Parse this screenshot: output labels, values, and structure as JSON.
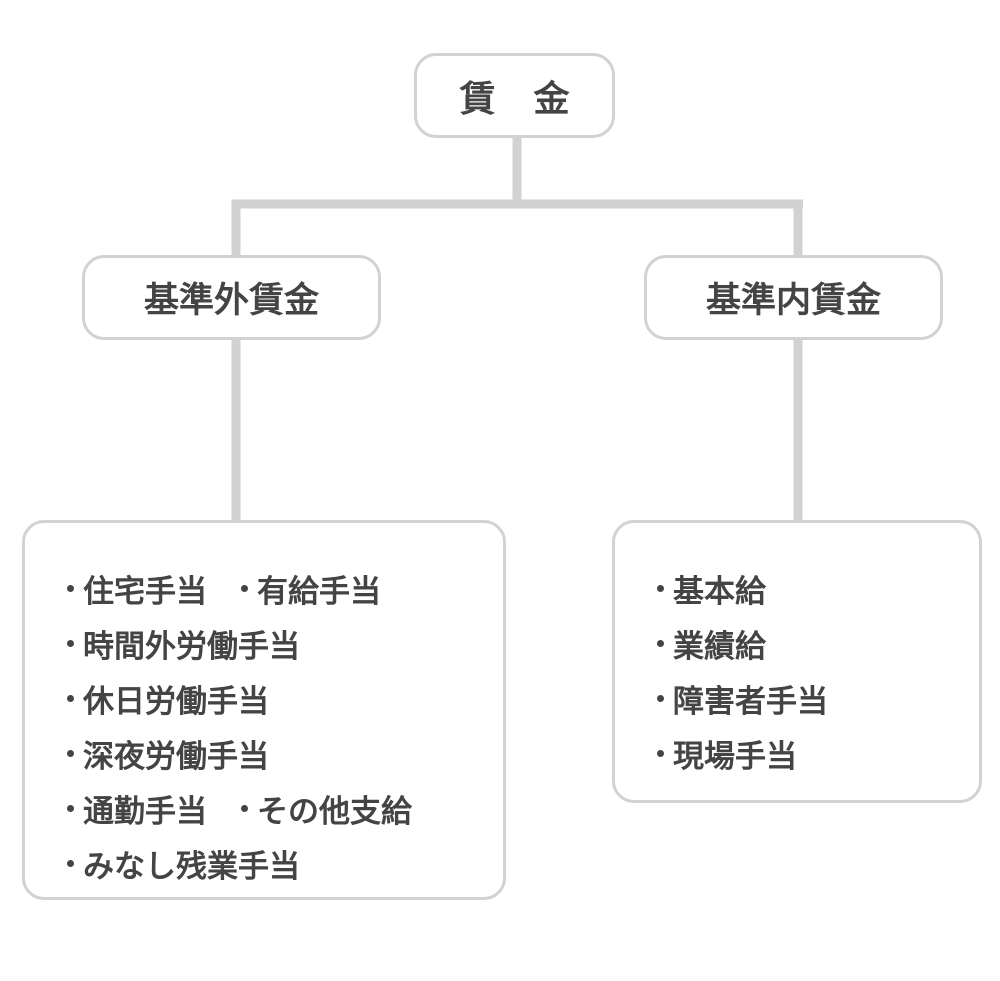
{
  "colors": {
    "line": "#d2d2d2",
    "text": "#444444",
    "background": "#ffffff"
  },
  "root": {
    "char1": "賃",
    "char2": "金"
  },
  "branches": [
    {
      "label": "基準外賃金",
      "rows": [
        [
          "住宅手当",
          "有給手当"
        ],
        [
          "時間外労働手当"
        ],
        [
          "休日労働手当"
        ],
        [
          "深夜労働手当"
        ],
        [
          "通勤手当",
          "その他支給"
        ],
        [
          "みなし残業手当"
        ]
      ]
    },
    {
      "label": "基準内賃金",
      "rows": [
        [
          "基本給"
        ],
        [
          "業績給"
        ],
        [
          "障害者手当"
        ],
        [
          "現場手当"
        ]
      ]
    }
  ]
}
